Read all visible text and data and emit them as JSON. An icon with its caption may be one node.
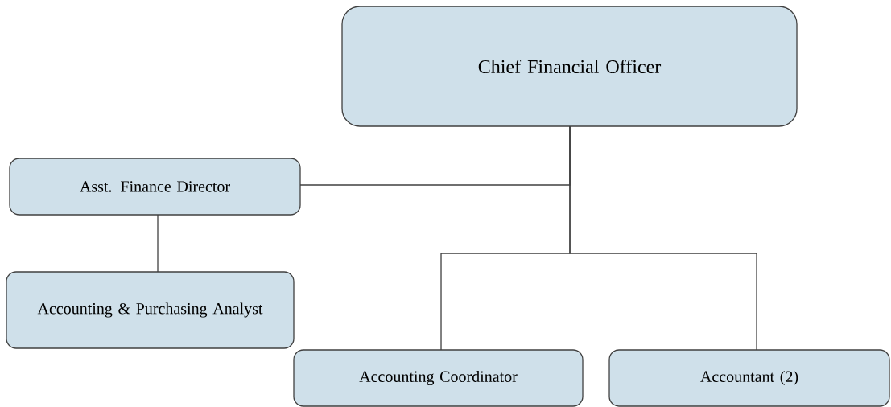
{
  "diagram": {
    "nodes": [
      {
        "text": [
          "Chief Financial Officer"
        ]
      },
      {
        "text": [
          "Asst. Finance Director"
        ]
      },
      {
        "text": [
          "Accounting & Purchasing Analyst"
        ]
      },
      {
        "text": [
          "Accounting Coordinator"
        ]
      },
      {
        "text": [
          "Accountant (2)"
        ]
      }
    ],
    "edges": [
      {
        "from": 0,
        "to": 1,
        "arrow": "none"
      },
      {
        "from": 1,
        "to": 2,
        "arrow": "none"
      },
      {
        "from": 0,
        "to": 3,
        "arrow": "none"
      },
      {
        "from": 0,
        "to": 4,
        "arrow": "none"
      }
    ]
  }
}
